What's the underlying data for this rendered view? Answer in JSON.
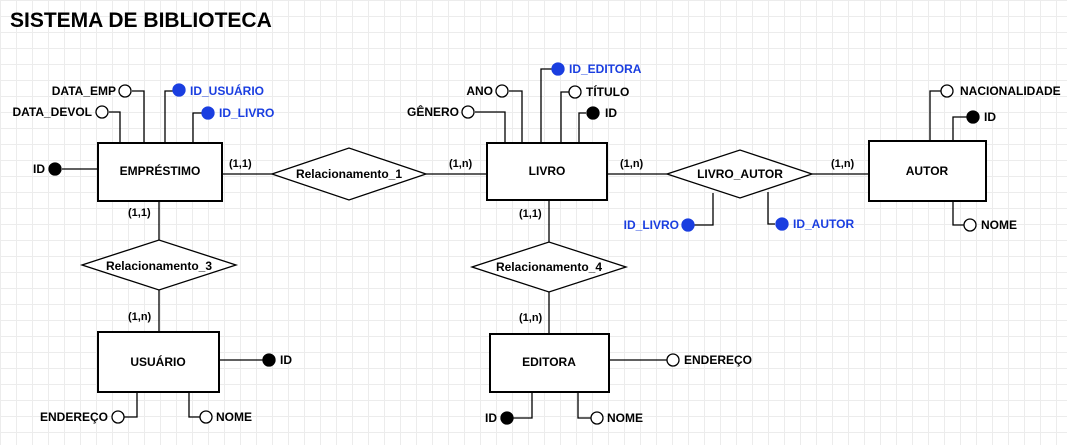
{
  "title": "SISTEMA DE BIBLIOTECA",
  "colors": {
    "foreign_key": "#1a3ee0",
    "primary_key": "#000000",
    "line": "#000000"
  },
  "entities": {
    "emprestimo": "EMPRÉSTIMO",
    "livro": "LIVRO",
    "autor": "AUTOR",
    "usuario": "USUÁRIO",
    "editora": "EDITORA"
  },
  "relationships": {
    "rel1": "Relacionamento_1",
    "livro_autor": "LIVRO_AUTOR",
    "rel3": "Relacionamento_3",
    "rel4": "Relacionamento_4"
  },
  "attributes": {
    "emprestimo": {
      "data_emp": "DATA_EMP",
      "data_devol": "DATA_DEVOL",
      "id_usuario": "ID_USUÁRIO",
      "id_livro": "ID_LIVRO",
      "id": "ID"
    },
    "livro": {
      "ano": "ANO",
      "genero": "GÊNERO",
      "id_editora": "ID_EDITORA",
      "titulo": "TÍTULO",
      "id": "ID"
    },
    "autor": {
      "nacionalidade": "NACIONALIDADE",
      "id": "ID",
      "nome": "NOME"
    },
    "livro_autor": {
      "id_livro": "ID_LIVRO",
      "id_autor": "ID_AUTOR"
    },
    "usuario": {
      "id": "ID",
      "endereco": "ENDEREÇO",
      "nome": "NOME"
    },
    "editora": {
      "endereco": "ENDEREÇO",
      "id": "ID",
      "nome": "NOME"
    }
  },
  "cardinalities": {
    "emprestimo_rel1": "(1,1)",
    "livro_rel1": "(1,n)",
    "livro_livro_autor": "(1,n)",
    "autor_livro_autor": "(1,n)",
    "emprestimo_rel3": "(1,1)",
    "usuario_rel3": "(1,n)",
    "livro_rel4": "(1,1)",
    "editora_rel4": "(1,n)"
  }
}
